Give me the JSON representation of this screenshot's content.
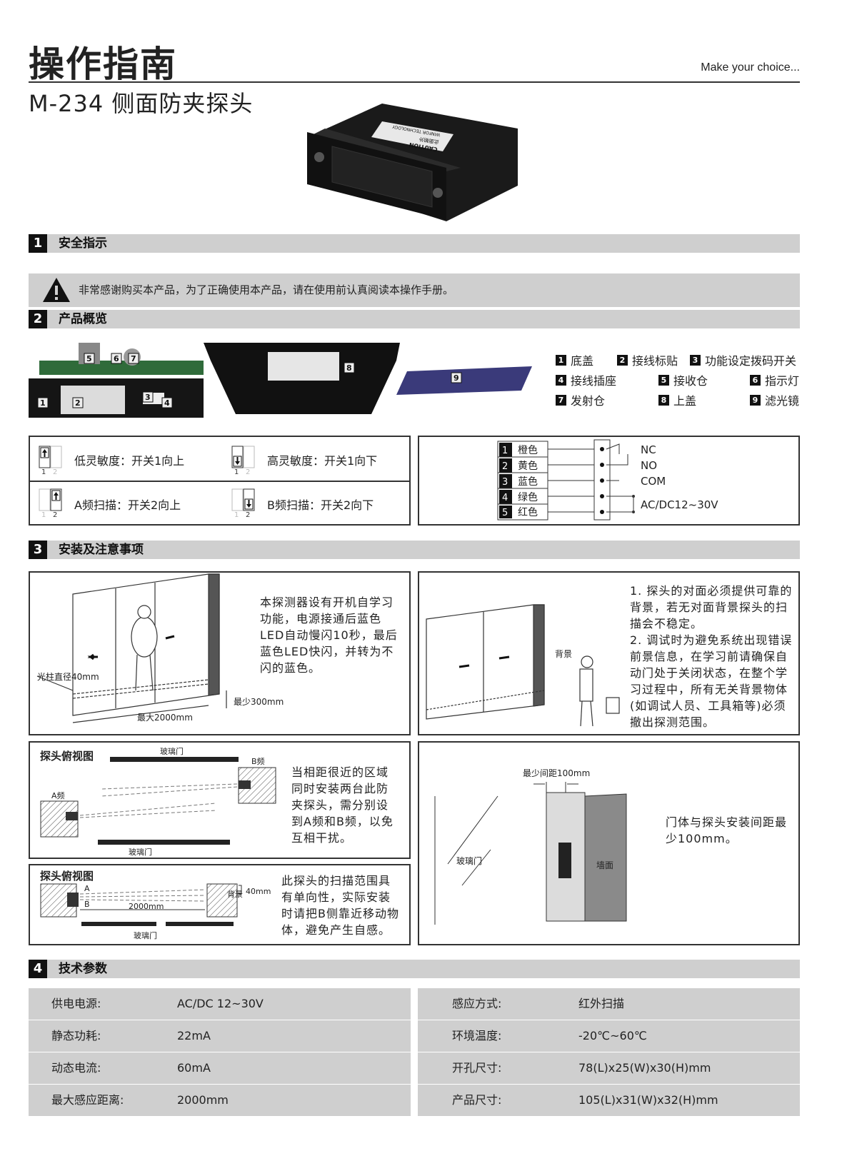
{
  "header": {
    "title": "操作指南",
    "slogan": "Make  your choice...",
    "subtitle": "M-234 侧面防夹探头"
  },
  "product_label": {
    "line1": "CAUTION",
    "line2": "此面朝外",
    "line3": "Outward by this side",
    "line4": "WINFOR TECHNOLOGY"
  },
  "sections": {
    "s1": {
      "num": "1",
      "title": "安全指示"
    },
    "s2": {
      "num": "2",
      "title": "产品概览"
    },
    "s3": {
      "num": "3",
      "title": "安装及注意事项"
    },
    "s4": {
      "num": "4",
      "title": "技术参数"
    }
  },
  "safety_notice": "非常感谢购买本产品，为了正确使用本产品，请在使用前认真阅读本操作手册。",
  "parts_legend": [
    {
      "num": "1",
      "label": "底盖"
    },
    {
      "num": "2",
      "label": "接线标贴"
    },
    {
      "num": "3",
      "label": "功能设定拨码开关"
    },
    {
      "num": "4",
      "label": "接线插座"
    },
    {
      "num": "5",
      "label": "接收仓"
    },
    {
      "num": "6",
      "label": "指示灯"
    },
    {
      "num": "7",
      "label": "发射仓"
    },
    {
      "num": "8",
      "label": "上盖"
    },
    {
      "num": "9",
      "label": "滤光镜"
    }
  ],
  "dip_settings": [
    {
      "text": "低灵敏度：开关1向上",
      "sw": [
        "1",
        "2"
      ]
    },
    {
      "text": "高灵敏度：开关1向下",
      "sw": [
        "1",
        "2"
      ]
    },
    {
      "text": "A频扫描：开关2向上",
      "sw": [
        "1",
        "2"
      ]
    },
    {
      "text": "B频扫描：开关2向下",
      "sw": [
        "1",
        "2"
      ]
    }
  ],
  "wiring": {
    "wires": [
      {
        "num": "1",
        "color": "橙色"
      },
      {
        "num": "2",
        "color": "黄色"
      },
      {
        "num": "3",
        "color": "蓝色"
      },
      {
        "num": "4",
        "color": "绿色"
      },
      {
        "num": "5",
        "color": "红色"
      }
    ],
    "nc": "NC",
    "no": "NO",
    "com": "COM",
    "power": "AC/DC12~30V"
  },
  "install": {
    "p1_text": "本探测器设有开机自学习功能，电源接通后蓝色LED自动慢闪10秒，最后蓝色LED快闪，并转为不闪的蓝色。",
    "p1_labels": {
      "beam": "光柱直径40mm",
      "min": "最少300mm",
      "max": "最大2000mm"
    },
    "p2_text1": "1. 探头的对面必须提供可靠的背景，若无对面背景探头的扫描会不稳定。",
    "p2_text2": "2. 调试时为避免系统出现错误前景信息，在学习前请确保自动门处于关闭状态，在整个学习过程中，所有无关背景物体(如调试人员、工具箱等)必须撤出探测范围。",
    "p2_labels": {
      "bg": "背景"
    },
    "p3_title": "探头俯视图",
    "p3_text": "当相距很近的区域同时安装两台此防夹探头，需分别设到A频和B频，以免互相干扰。",
    "p3_labels": {
      "glass_top": "玻璃门",
      "glass_bottom": "玻璃门",
      "a": "A频",
      "b": "B频"
    },
    "p4_title": "探头俯视图",
    "p4_text": "此探头的扫描范围具有单向性，实际安装时请把B侧靠近移动物体，避免产生自感。",
    "p4_labels": {
      "a": "A",
      "b": "B",
      "dist": "2000mm",
      "bg": "背景",
      "gap": "40mm",
      "glass": "玻璃门"
    },
    "p5_text": "门体与探头安装间距最少100mm。",
    "p5_labels": {
      "min": "最少间距100mm",
      "glass": "玻璃门",
      "wall": "墙面"
    }
  },
  "specs": {
    "left": [
      {
        "label": "供电电源:",
        "value": "AC/DC 12~30V"
      },
      {
        "label": "静态功耗:",
        "value": "22mA"
      },
      {
        "label": "动态电流:",
        "value": "60mA"
      },
      {
        "label": "最大感应距离:",
        "value": "2000mm"
      }
    ],
    "right": [
      {
        "label": "感应方式:",
        "value": "红外扫描"
      },
      {
        "label": "环境温度:",
        "value": "-20℃~60℃"
      },
      {
        "label": "开孔尺寸:",
        "value": "78(L)x25(W)x30(H)mm"
      },
      {
        "label": "产品尺寸:",
        "value": "105(L)x31(W)x32(H)mm"
      }
    ]
  }
}
